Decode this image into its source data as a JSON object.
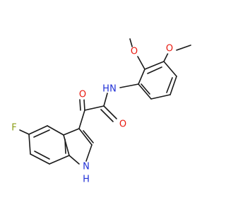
{
  "molecule": {
    "atoms": {
      "o_methoxy_left": "O",
      "o_methoxy_right": "O",
      "n_amide": "N",
      "h_amide": "H",
      "o_keto": "O",
      "o_amide": "O",
      "f": "F",
      "n_indole": "N",
      "h_indole": "H"
    },
    "colors": {
      "bond": "#1a1a1a",
      "oxygen": "#e8190f",
      "nitrogen": "#1f2fd6",
      "fluorine": "#8c9e16"
    }
  }
}
